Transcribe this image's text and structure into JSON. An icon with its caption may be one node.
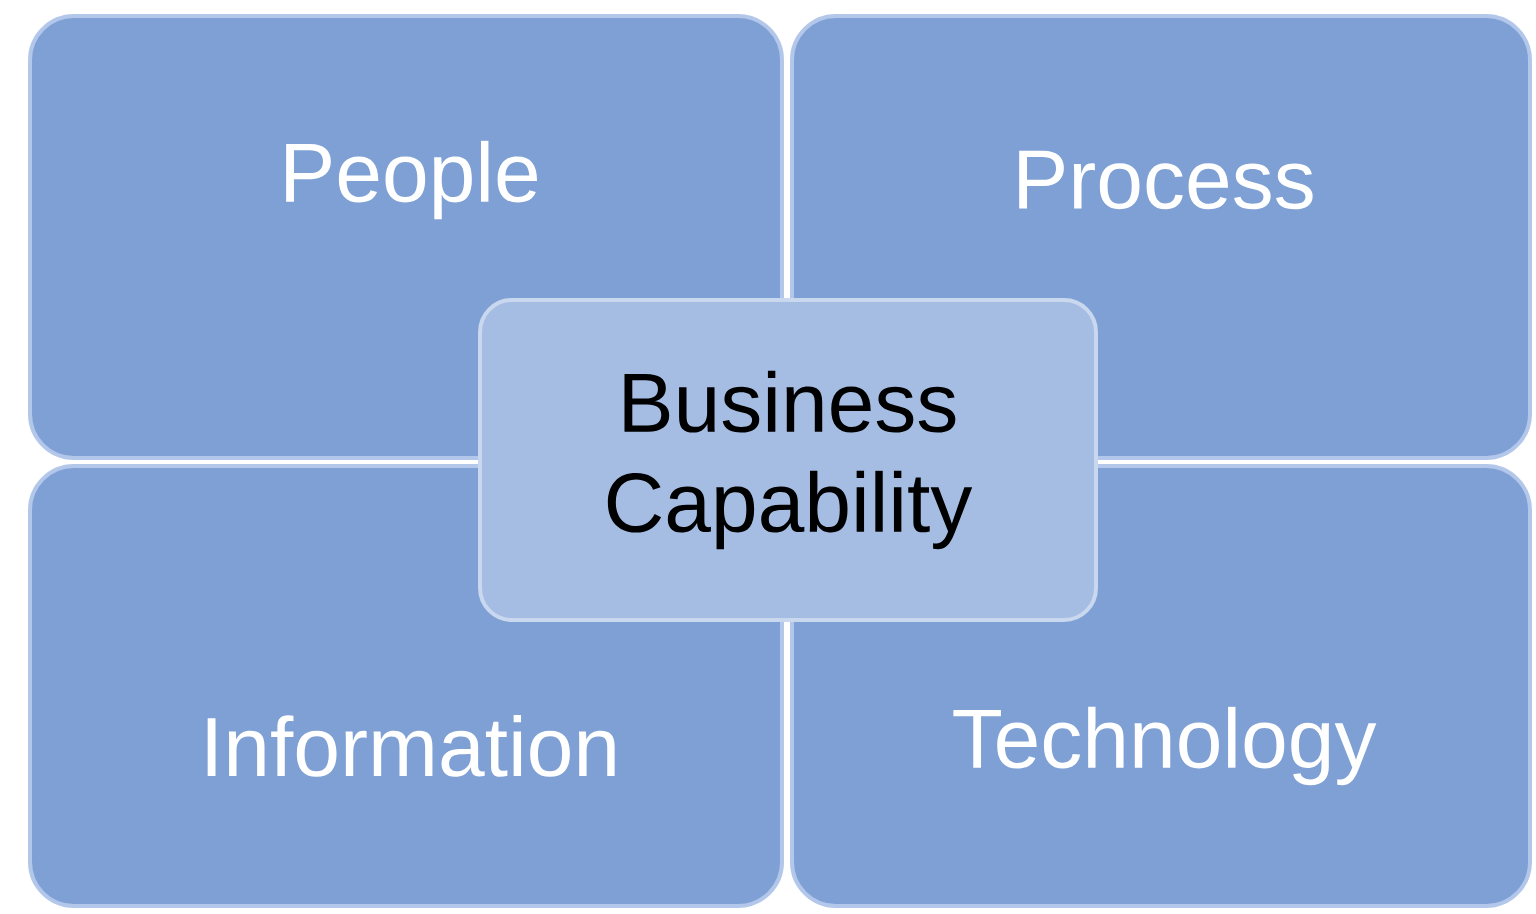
{
  "diagram": {
    "nodes": [
      {
        "text": [
          "People"
        ]
      },
      {
        "text": [
          "Process"
        ]
      },
      {
        "text": [
          "Information"
        ]
      },
      {
        "text": [
          "Technology"
        ]
      },
      {
        "text": [
          "Business Capability"
        ]
      }
    ]
  }
}
